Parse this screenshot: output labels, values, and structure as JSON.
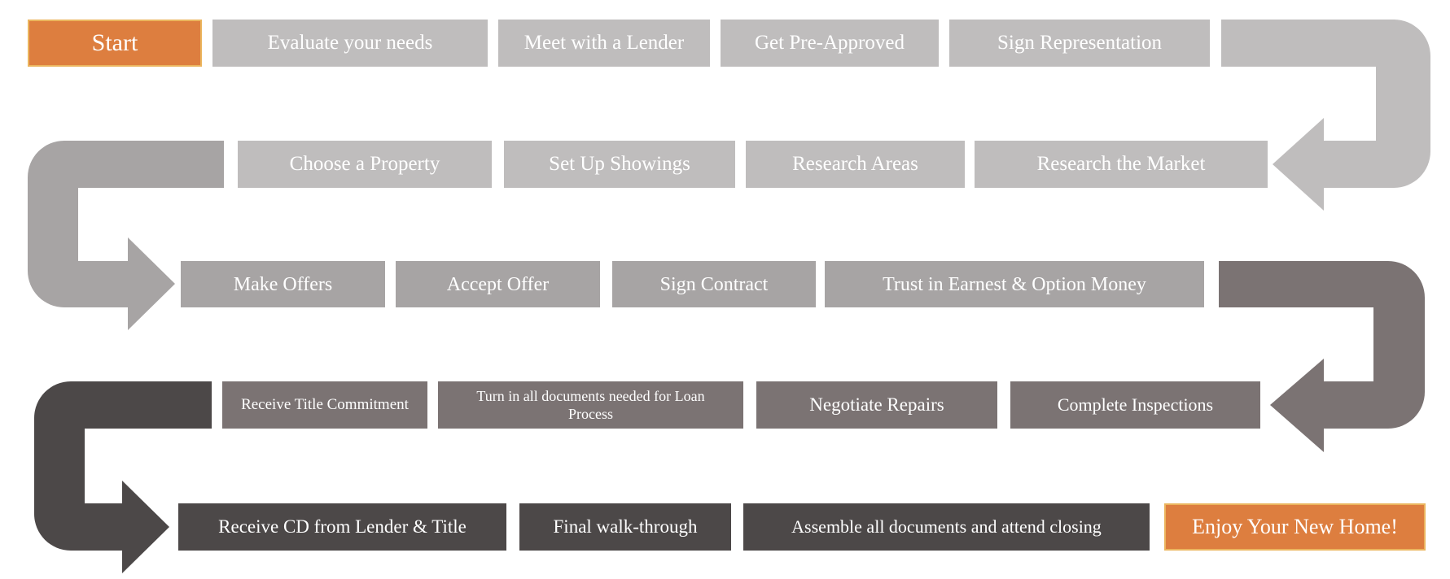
{
  "palette": {
    "light_gray": "#bfbdbd",
    "mid_gray": "#a7a4a4",
    "warm_gray": "#7b7373",
    "dark_gray": "#4c4848",
    "orange": "#dd7e3f",
    "orange_border": "#ebb55e",
    "text": "#ffffff",
    "background": "#ffffff"
  },
  "diagram_type": "home-buying-process-snake-flowchart",
  "rows": [
    {
      "direction": "left-to-right",
      "steps": [
        "Start",
        "Evaluate your needs",
        "Meet with a Lender",
        "Get Pre-Approved",
        "Sign Representation"
      ]
    },
    {
      "direction": "right-to-left",
      "steps": [
        "Choose a Property",
        "Set Up Showings",
        "Research Areas",
        "Research the Market"
      ]
    },
    {
      "direction": "left-to-right",
      "steps": [
        "Make Offers",
        "Accept Offer",
        "Sign Contract",
        "Trust in Earnest & Option Money"
      ]
    },
    {
      "direction": "right-to-left",
      "steps": [
        "Receive Title Commitment",
        "Turn in all documents needed for Loan Process",
        "Negotiate Repairs",
        "Complete Inspections"
      ]
    },
    {
      "direction": "left-to-right",
      "steps": [
        "Receive CD from Lender & Title",
        "Final walk-through",
        "Assemble all documents and attend closing",
        "Enjoy Your New Home!"
      ]
    }
  ]
}
